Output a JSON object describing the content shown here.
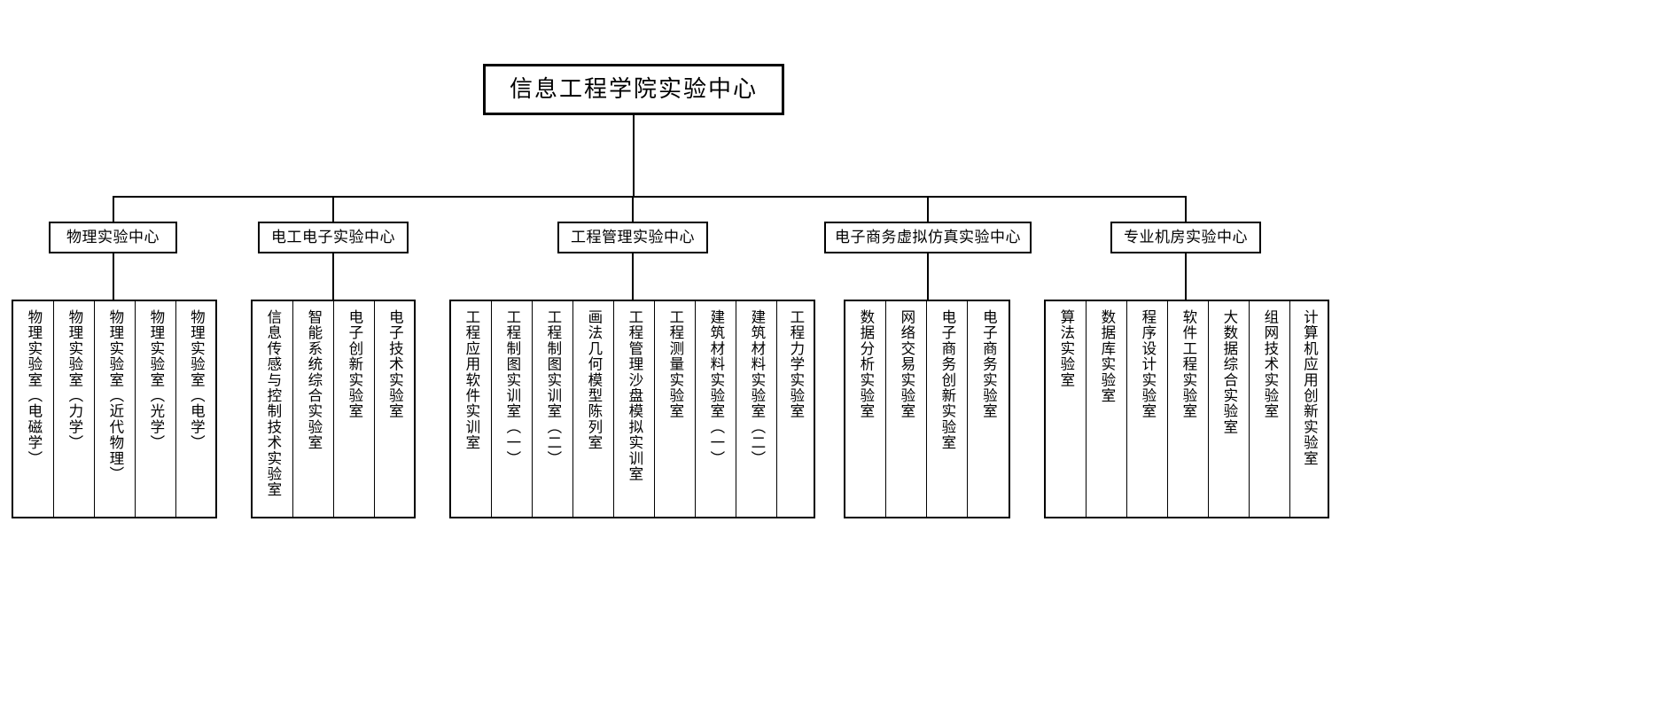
{
  "diagram": {
    "type": "organizational-chart",
    "root": {
      "label": "信息工程学院实验中心"
    },
    "centers": [
      {
        "label": "物理实验中心"
      },
      {
        "label": "电工电子实验中心"
      },
      {
        "label": "工程管理实验中心"
      },
      {
        "label": "电子商务虚拟仿真实验中心"
      },
      {
        "label": "专业机房实验中心"
      }
    ],
    "groups": [
      {
        "parent": "物理实验中心",
        "labs": [
          "物理实验室（电磁学）",
          "物理实验室（力学）",
          "物理实验室（近代物理）",
          "物理实验室（光学）",
          "物理实验室（电学）"
        ]
      },
      {
        "parent": "电工电子实验中心",
        "labs": [
          "信息传感与控制技术实验室",
          "智能系统综合实验室",
          "电子创新实验室",
          "电子技术实验室"
        ]
      },
      {
        "parent": "工程管理实验中心",
        "labs": [
          "工程应用软件实训室",
          "工程制图实训室（一）",
          "工程制图实训室（二）",
          "画法几何模型陈列室",
          "工程管理沙盘模拟实训室",
          "工程测量实验室",
          "建筑材料实验室（一）",
          "建筑材料实验室（二）",
          "工程力学实验室"
        ]
      },
      {
        "parent": "电子商务虚拟仿真实验中心",
        "labs": [
          "数据分析实验室",
          "网络交易实验室",
          "电子商务创新实验室",
          "电子商务实验室"
        ]
      },
      {
        "parent": "专业机房实验中心",
        "labs": [
          "算法实验室",
          "数据库实验室",
          "程序设计实验室",
          "软件工程实验室",
          "大数据综合实验室",
          "组网技术实验室",
          "计算机应用创新实验室"
        ]
      }
    ],
    "colors": {
      "background": "#ffffff",
      "line": "#000000",
      "text": "#000000"
    }
  }
}
